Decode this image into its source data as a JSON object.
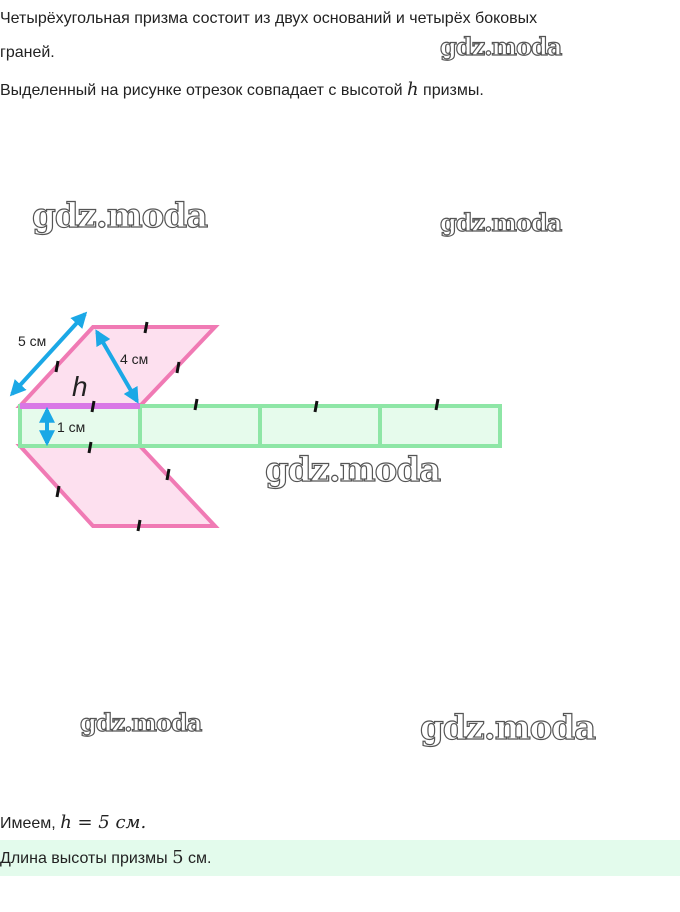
{
  "text": {
    "line1": "Четырёхугольная призма состоит из двух оснований и четырёх боковых",
    "line2": "граней.",
    "line3_pre": "Выделенный на рисунке отрезок совпадает с высотой ",
    "line3_var": "h",
    "line3_post": " призмы.",
    "have_pre": "Имеем, ",
    "have_math": "h = 5 см.",
    "answer_pre": "Длина высоты призмы ",
    "answer_num": "5",
    "answer_post": " см."
  },
  "figure": {
    "label_5": "5 см",
    "label_4": "4 см",
    "label_1": "1 см",
    "label_h": "h"
  },
  "watermark": "gdz.moda",
  "colors": {
    "pink_fill": "#fde0ef",
    "pink_stroke": "#f07ab4",
    "green_fill": "#e6fbec",
    "green_stroke": "#8ee6a6",
    "arrow": "#1ba8e6",
    "highlight": "#d977e6",
    "answer_bg": "#e3fbec"
  }
}
